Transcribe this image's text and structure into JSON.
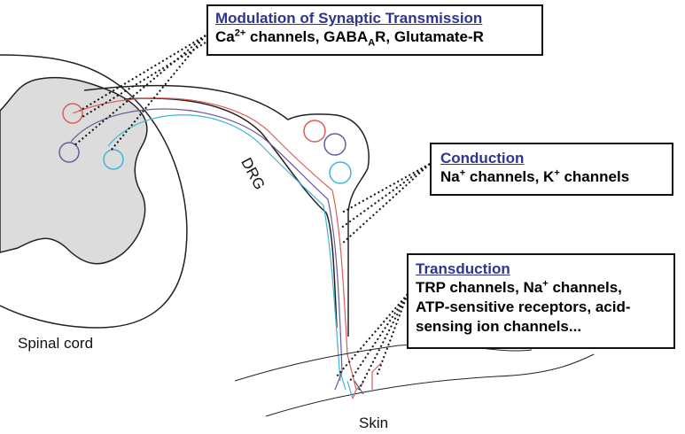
{
  "labels": {
    "spinal_cord": "Spinal cord",
    "drg": "DRG",
    "skin": "Skin"
  },
  "boxes": {
    "modulation": {
      "heading": "Modulation of Synaptic Transmission",
      "ca": "Ca",
      "ca_sup": "2+",
      "channels_gaba": " channels, GABA",
      "gaba_sub": "A",
      "rest": "R, Glutamate-R"
    },
    "conduction": {
      "heading": "Conduction",
      "na": "Na",
      "na_sup": "+",
      "channels_k": " channels, K",
      "k_sup": "+",
      "channels": " channels"
    },
    "transduction": {
      "heading": "Transduction",
      "line1_a": "TRP channels, Na",
      "line1_sup": "+",
      "line1_b": " channels,",
      "line2": "ATP-sensitive receptors, acid-",
      "line3": "sensing ion channels..."
    }
  },
  "colors": {
    "red_fiber": "#e05a5a",
    "purple_fiber": "#6a5a9a",
    "cyan_fiber": "#3fb6d8",
    "gray_matter": "#dcdcdc",
    "heading_blue": "#2e3590"
  }
}
